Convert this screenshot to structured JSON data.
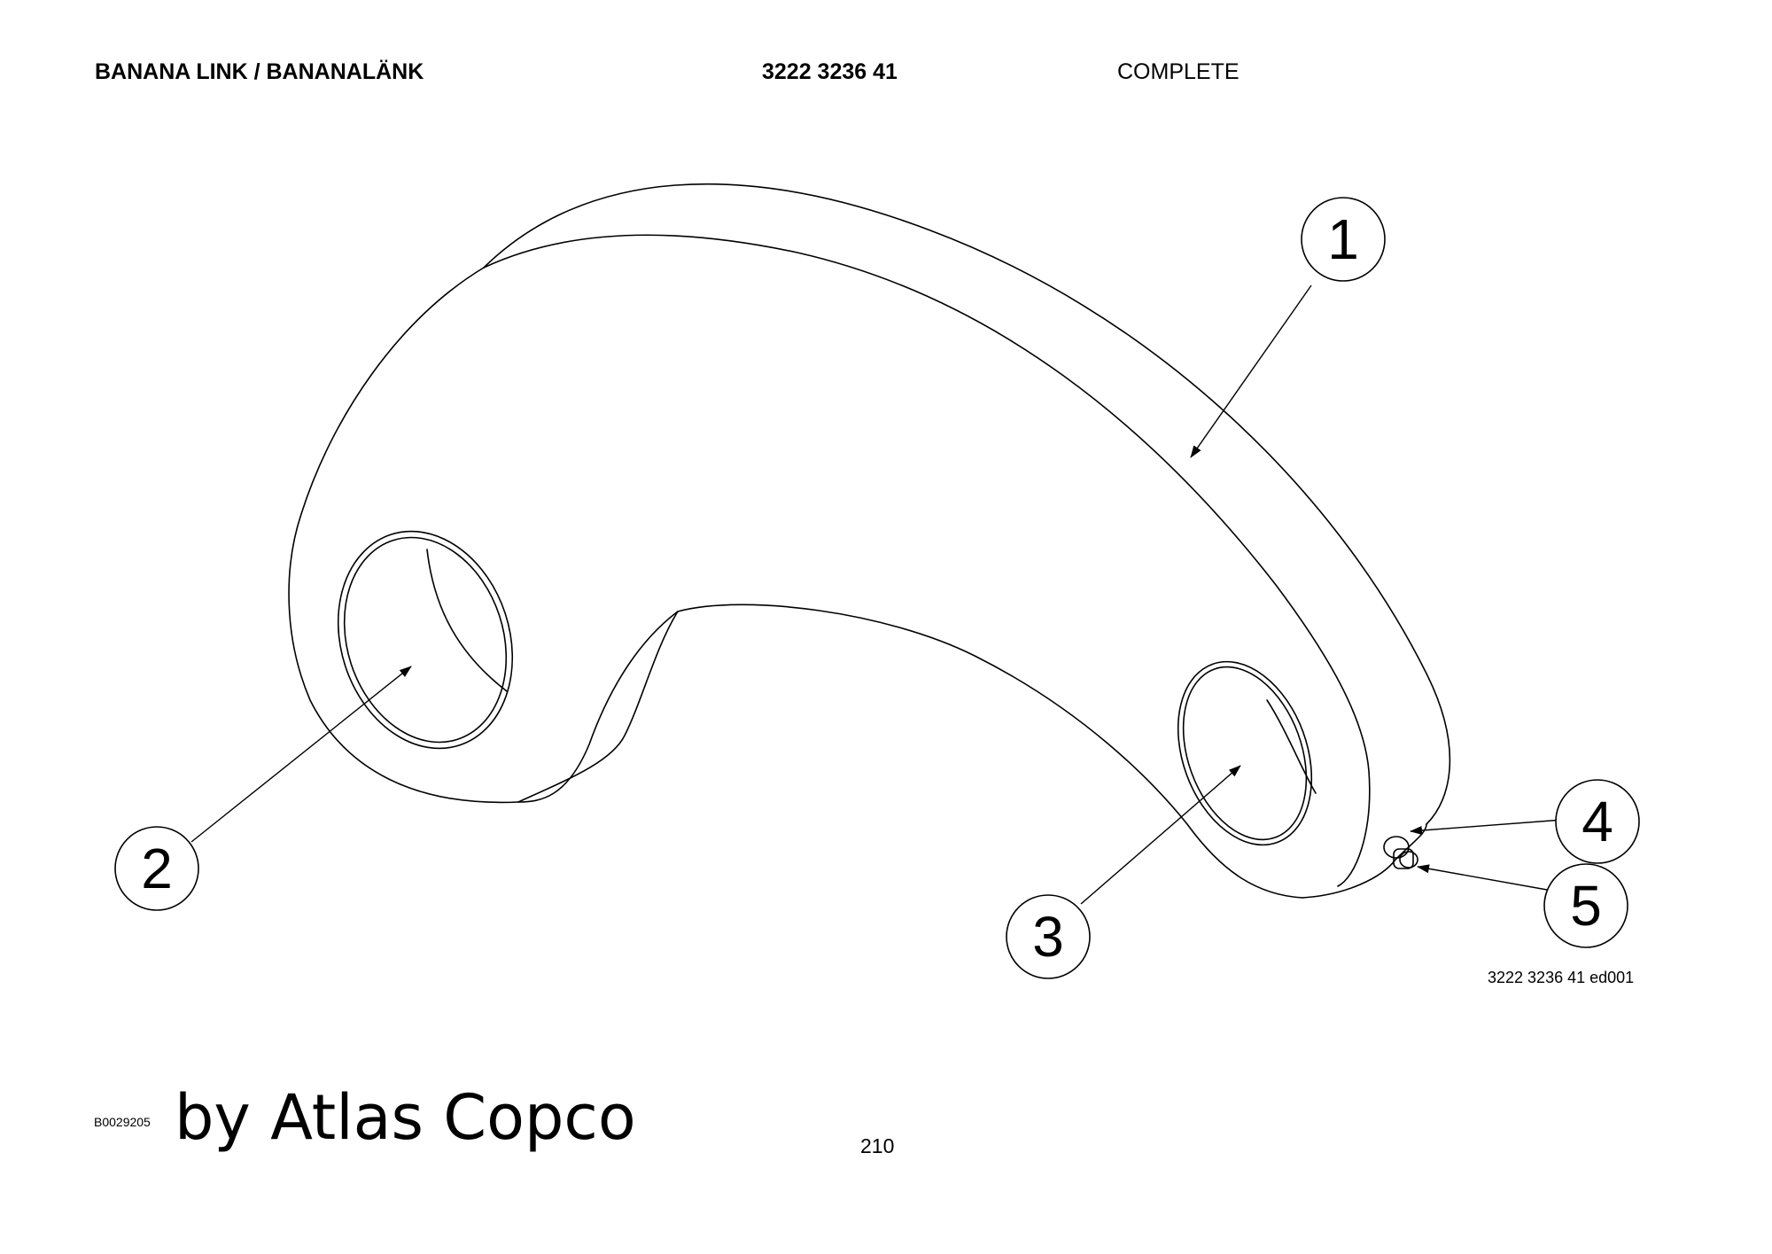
{
  "header": {
    "title": "BANANA LINK / BANANALÄNK",
    "part_number": "3222 3236 41",
    "status": "COMPLETE"
  },
  "callouts": [
    {
      "label": "1"
    },
    {
      "label": "2"
    },
    {
      "label": "3"
    },
    {
      "label": "4"
    },
    {
      "label": "5"
    }
  ],
  "drawing_reference": "3222 3236 41 ed001",
  "footer": {
    "document_id": "B0029205",
    "brand_text": "by Atlas Copco",
    "page_number": "210"
  }
}
